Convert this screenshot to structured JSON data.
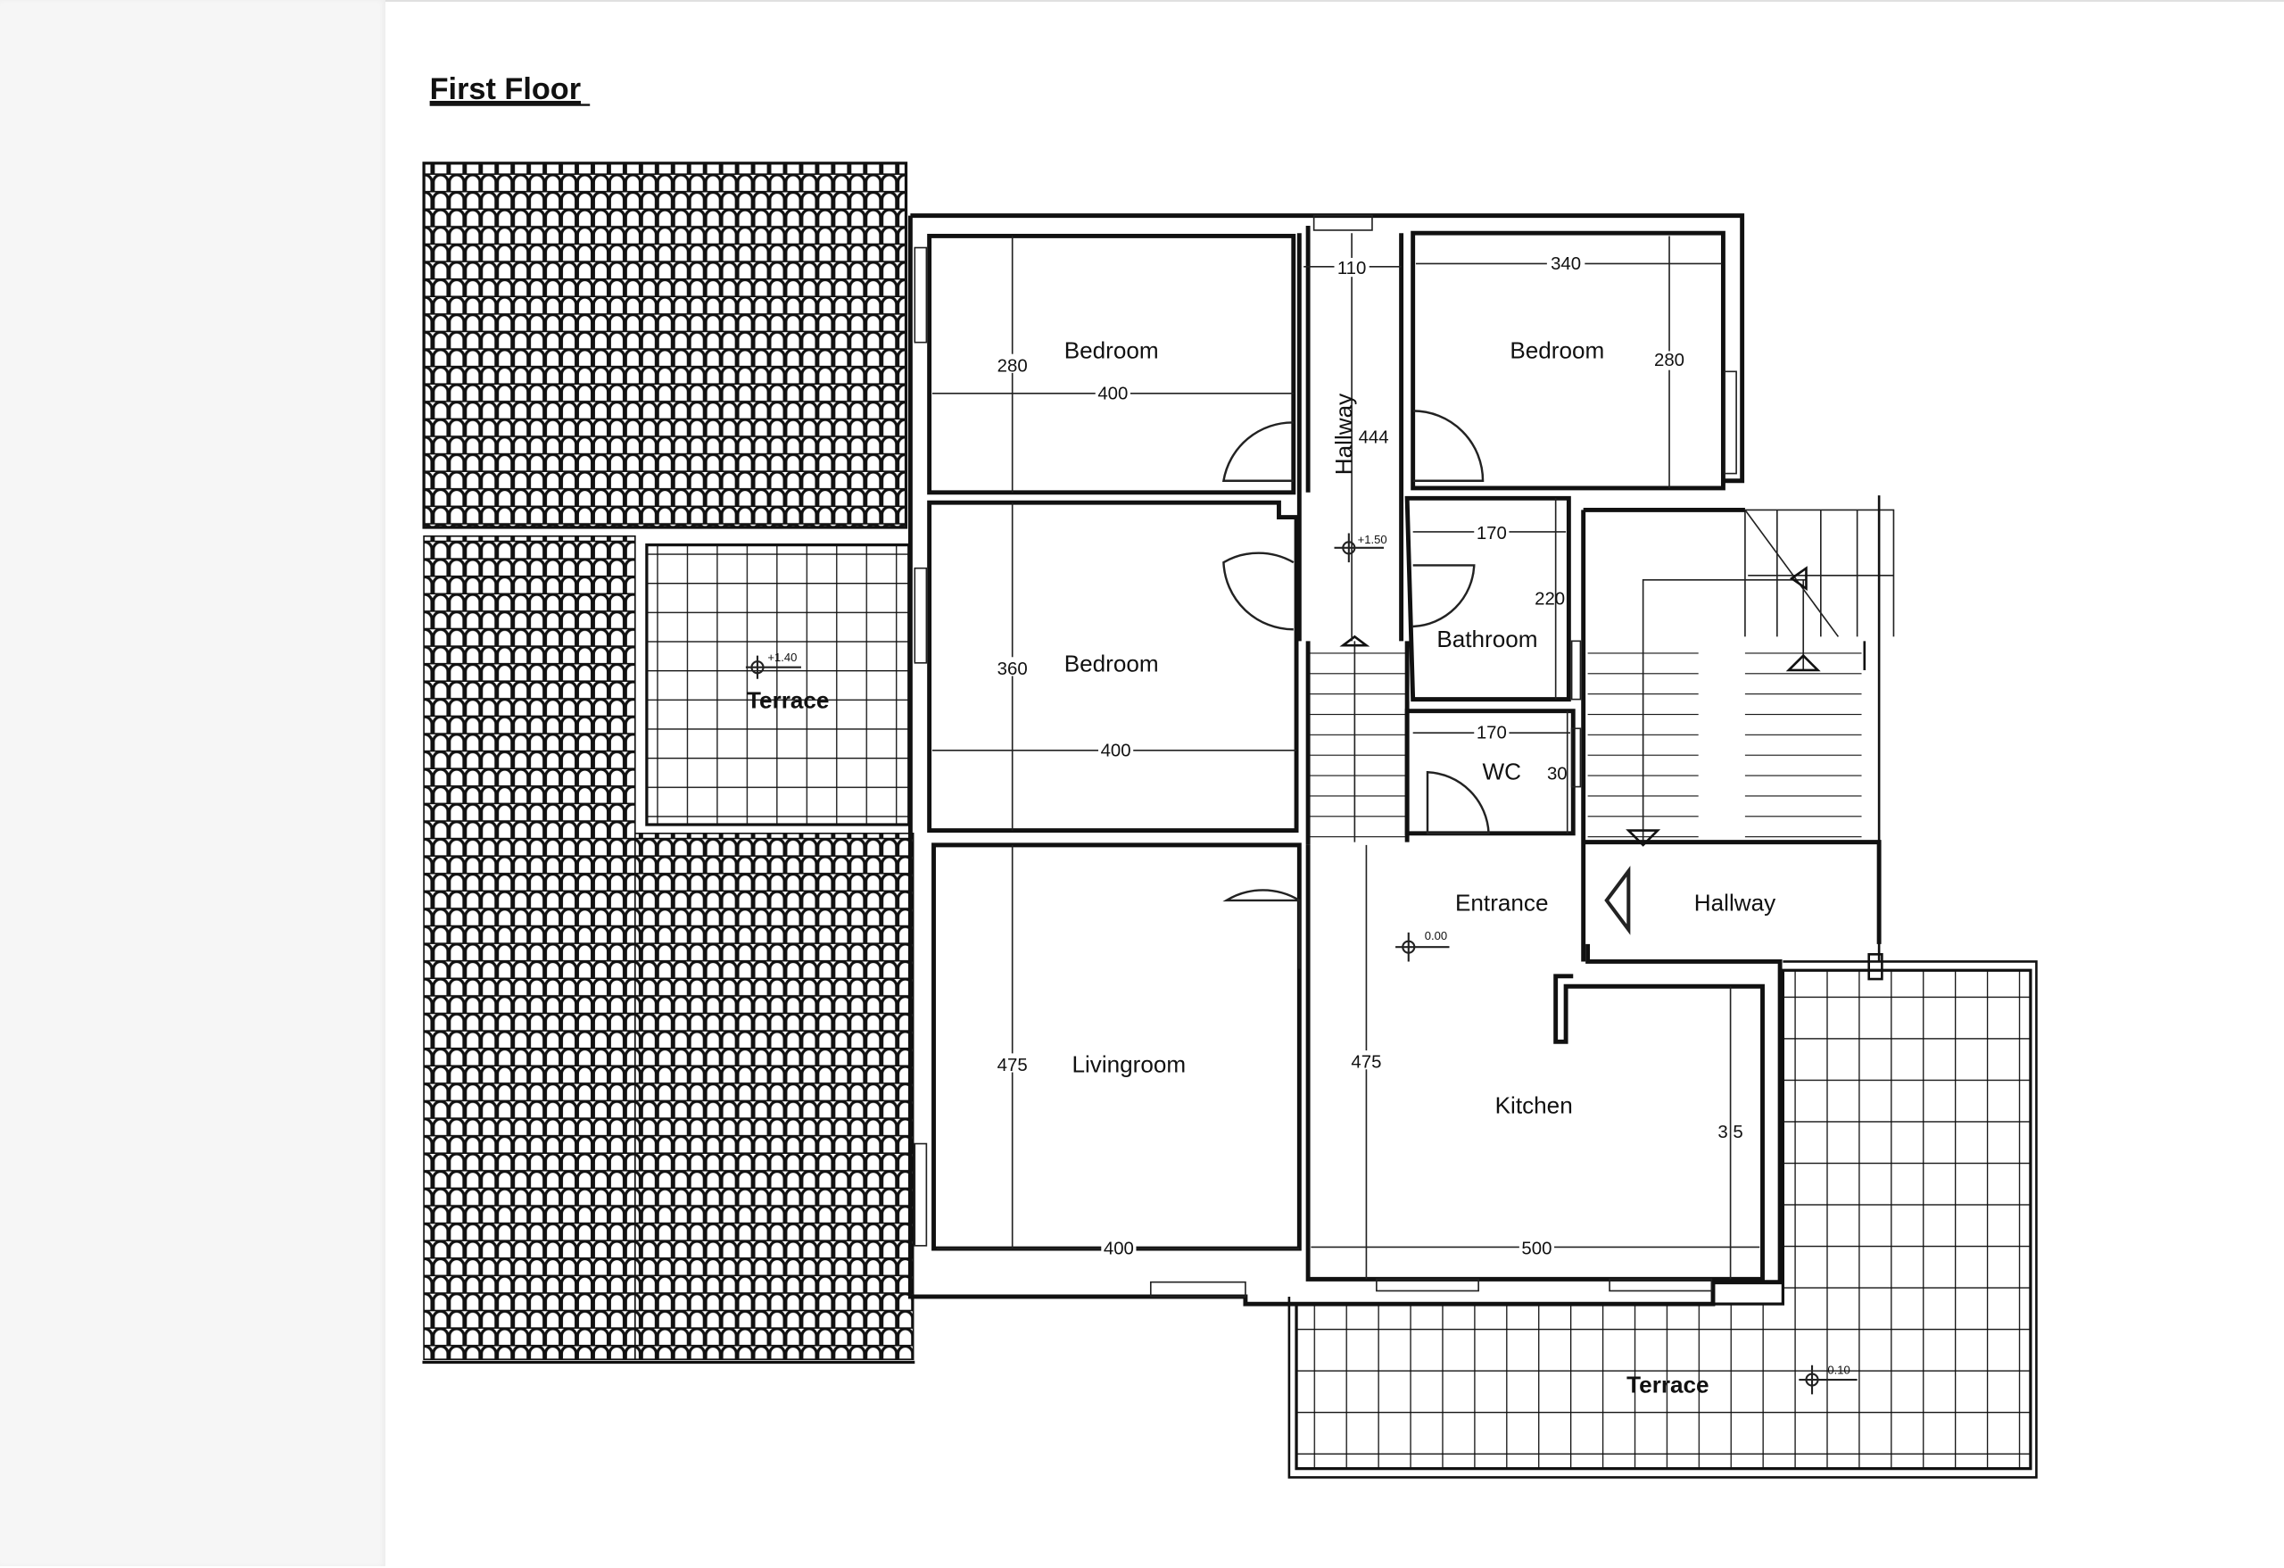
{
  "title": "First Floor",
  "rooms": {
    "bedroom_top_left": "Bedroom",
    "bedroom_top_right": "Bedroom",
    "bedroom_middle": "Bedroom",
    "hallway_vertical": "Hallway",
    "bathroom": "Bathroom",
    "wc": "WC",
    "entrance": "Entrance",
    "hallway_right": "Hallway",
    "livingroom": "Livingroom",
    "kitchen": "Kitchen",
    "terrace_left": "Terrace",
    "terrace_bottom": "Terrace"
  },
  "dimensions": {
    "bedroom_tl_height": "280",
    "bedroom_tl_width": "400",
    "hallway_width": "110",
    "hallway_length": "444",
    "bedroom_tr_width": "340",
    "bedroom_tr_height": "280",
    "bedroom_mid_height": "360",
    "bedroom_mid_width": "400",
    "bathroom_width": "170",
    "bathroom_height": "220",
    "wc_width": "170",
    "wc_height": "30",
    "living_height": "475",
    "living_width": "400",
    "entrance_height": "475",
    "kitchen_height": "3 5",
    "kitchen_width": "500"
  },
  "levels": {
    "hallway": "+1.50",
    "terrace_left": "+1.40",
    "entrance": "0.00",
    "terrace_bottom": "-0.10"
  }
}
